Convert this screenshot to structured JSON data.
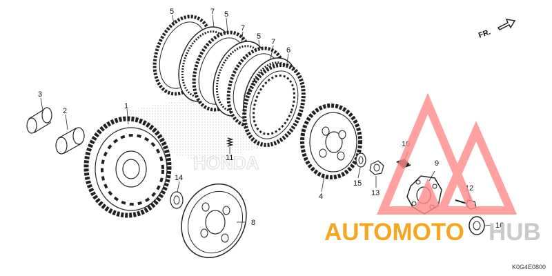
{
  "direction_label": "FR.",
  "diagram_code": "K0G4E0800",
  "watermark": {
    "word1": "AUTOMOTO",
    "word2": "HUB",
    "color1": "#f5a623",
    "color2": "#c9c9c9",
    "logo_color": "#ff8a8a"
  },
  "background_watermark": "HONDA",
  "callouts": [
    {
      "id": "1",
      "label": "1"
    },
    {
      "id": "2",
      "label": "2"
    },
    {
      "id": "3",
      "label": "3"
    },
    {
      "id": "4",
      "label": "4"
    },
    {
      "id": "5a",
      "label": "5"
    },
    {
      "id": "5b",
      "label": "5"
    },
    {
      "id": "5c",
      "label": "5"
    },
    {
      "id": "6",
      "label": "6"
    },
    {
      "id": "7a",
      "label": "7"
    },
    {
      "id": "7b",
      "label": "7"
    },
    {
      "id": "7c",
      "label": "7"
    },
    {
      "id": "8",
      "label": "8"
    },
    {
      "id": "9",
      "label": "9"
    },
    {
      "id": "10",
      "label": "10"
    },
    {
      "id": "11",
      "label": "11"
    },
    {
      "id": "12",
      "label": "12"
    },
    {
      "id": "13",
      "label": "13"
    },
    {
      "id": "14",
      "label": "14"
    },
    {
      "id": "15",
      "label": "15"
    },
    {
      "id": "16",
      "label": "16"
    }
  ]
}
